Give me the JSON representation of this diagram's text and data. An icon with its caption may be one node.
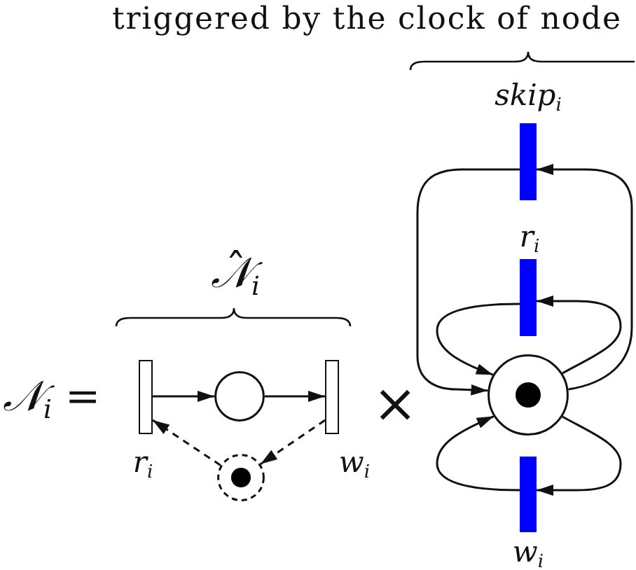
{
  "diagram": {
    "nodes": [
      {
        "text": [],
        "shape": "bar",
        "beside": [
          "r$_{i}$"
        ]
      },
      {
        "text": [],
        "shape": "circle"
      },
      {
        "text": [],
        "shape": "bar",
        "beside": [
          "w$_{i}$"
        ]
      },
      {
        "text": [],
        "shape": "circle"
      },
      {
        "text": [],
        "shape": "bar",
        "beside": [
          "skip$_{i}$"
        ]
      },
      {
        "text": [],
        "shape": "bar",
        "beside": [
          "r$_{i}$"
        ]
      },
      {
        "text": [],
        "shape": "circle"
      },
      {
        "text": [],
        "shape": "bar",
        "beside": [
          "w$_{i}$"
        ]
      }
    ],
    "edges": [
      {
        "from": 0,
        "to": 1,
        "arrow": "to"
      },
      {
        "from": 1,
        "to": 2,
        "arrow": "to"
      },
      {
        "from": 2,
        "to": 3,
        "arrow": "to",
        "style": "dashed"
      },
      {
        "from": 3,
        "to": 0,
        "arrow": "to",
        "style": "dashed"
      },
      {
        "from": 6,
        "to": 4,
        "arrow": "to"
      },
      {
        "from": 4,
        "to": 6,
        "arrow": "to"
      },
      {
        "from": 6,
        "to": 5,
        "arrow": "to"
      },
      {
        "from": 5,
        "to": 6,
        "arrow": "to"
      },
      {
        "from": 6,
        "to": 7,
        "arrow": "to"
      },
      {
        "from": 7,
        "to": 6,
        "arrow": "to"
      }
    ],
    "labels": [
      "triggered by the clock of node",
      "𝒩̂$_{i}$",
      "𝒩$_{i}$ =",
      "×"
    ]
  }
}
